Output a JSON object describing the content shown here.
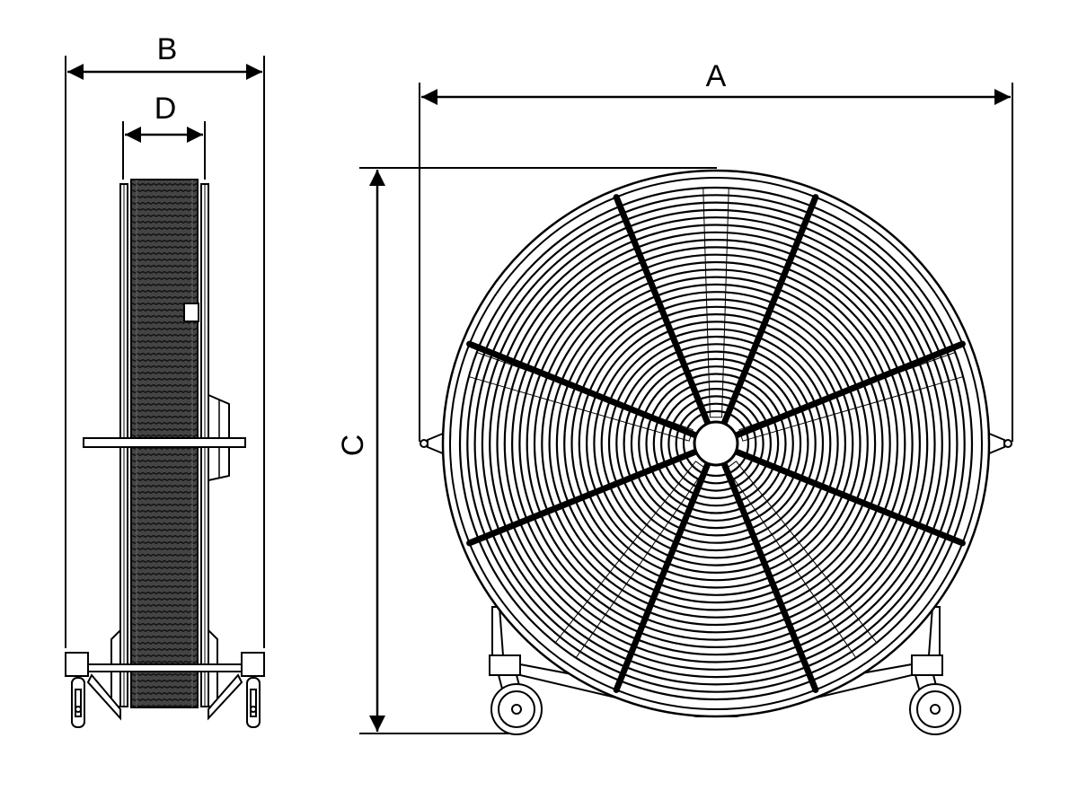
{
  "labels": {
    "a": "A",
    "b": "B",
    "c": "C",
    "d": "D"
  },
  "colors": {
    "line": "#000000",
    "fill": "#ffffff",
    "mesh": "#222222"
  }
}
